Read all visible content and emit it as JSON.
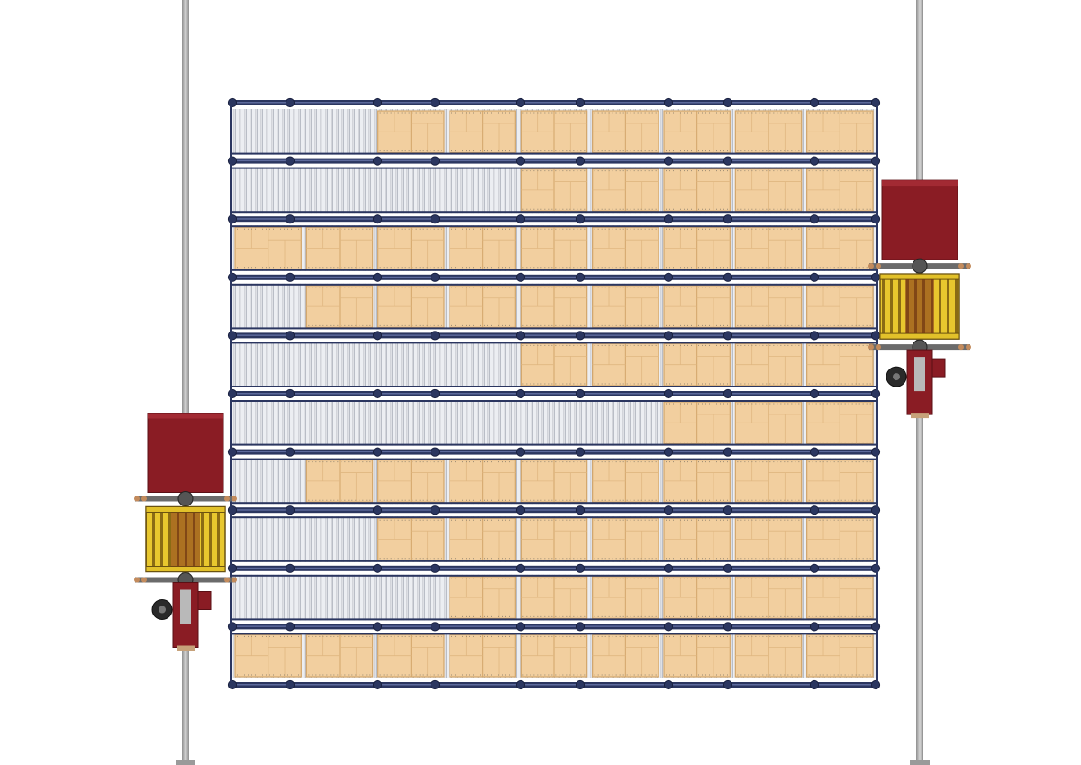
{
  "warehouse": {
    "rack": {
      "lanes": 10,
      "bays": 9,
      "occupancy": [
        [
          0,
          0,
          1,
          1,
          1,
          1,
          1,
          1,
          1
        ],
        [
          0,
          0,
          0,
          0,
          1,
          1,
          1,
          1,
          1
        ],
        [
          1,
          1,
          1,
          1,
          1,
          1,
          1,
          1,
          1
        ],
        [
          0,
          1,
          1,
          1,
          1,
          1,
          1,
          1,
          1
        ],
        [
          0,
          0,
          0,
          0,
          1,
          1,
          1,
          1,
          1
        ],
        [
          0,
          0,
          0,
          0,
          0,
          0,
          1,
          1,
          1
        ],
        [
          0,
          1,
          1,
          1,
          1,
          1,
          1,
          1,
          1
        ],
        [
          0,
          0,
          1,
          1,
          1,
          1,
          1,
          1,
          1
        ],
        [
          0,
          0,
          0,
          1,
          1,
          1,
          1,
          1,
          1
        ],
        [
          1,
          1,
          1,
          1,
          1,
          1,
          1,
          1,
          1
        ]
      ]
    },
    "stacker_cranes": [
      {
        "side": "left",
        "aligned_lane": 7
      },
      {
        "side": "right",
        "aligned_lane": 3
      }
    ],
    "colors": {
      "frame": "#2b3660",
      "roller": "#c9ccd3",
      "pallet": "#f2cf9f",
      "pallet_edge": "#d2a56a",
      "crane": "#8a1c24",
      "fork": "#e2c12a",
      "rail": "#a9a9a9"
    }
  }
}
